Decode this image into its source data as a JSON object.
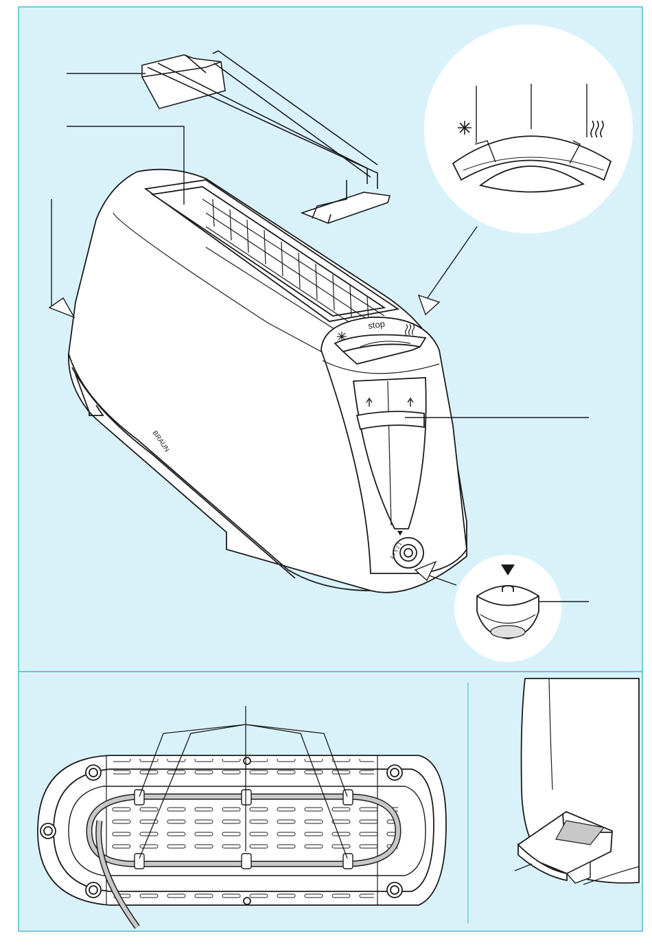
{
  "colors": {
    "panel_bg": "#d9f2fa",
    "panel_border": "#4fb9d4",
    "line": "#1a1a1a",
    "fill": "#ffffff",
    "shade": "#c8c8c8"
  },
  "labels": {
    "button_stop": "stop",
    "brand": "BRAUN",
    "dial_numbers": "3 4 5 2 1"
  },
  "icons": {
    "defrost": "snowflake-icon",
    "reheat": "heat-waves-icon",
    "dial_marker": "triangle-down-icon"
  }
}
